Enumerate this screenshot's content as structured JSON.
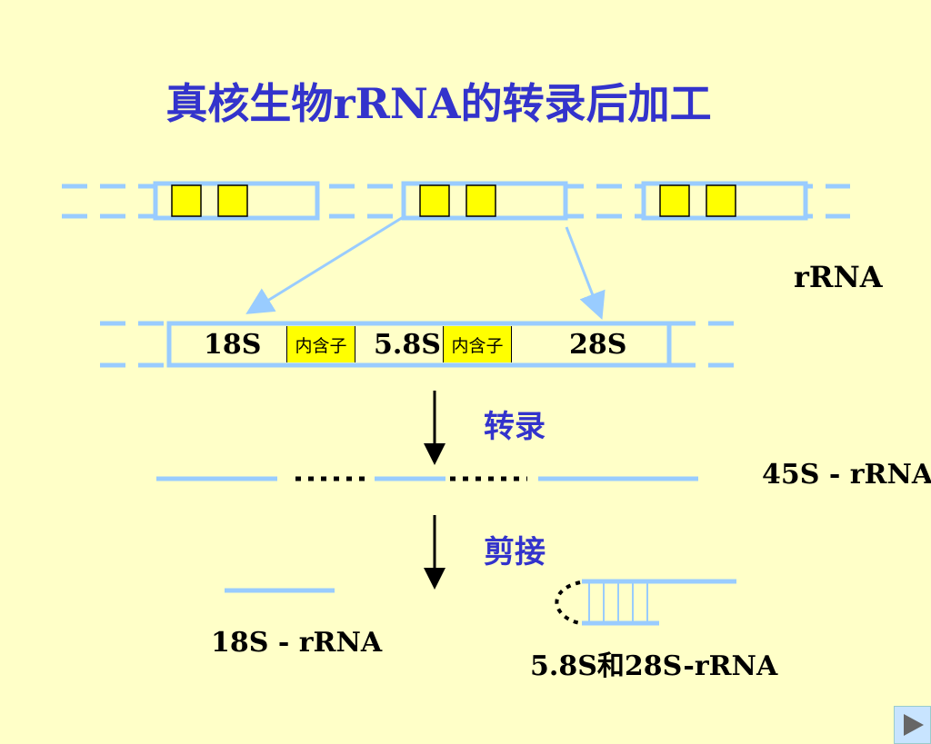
{
  "title": "真核生物rRNA的转录后加工",
  "gene_label": "rRNA",
  "unit": {
    "seg_18s": "18S",
    "intron_1": "内含子",
    "seg_58s": "5.8S",
    "intron_2": "内含子",
    "seg_28s": "28S"
  },
  "step_transcription": "转录",
  "precursor_label": "45S - rRNA",
  "step_splicing": "剪接",
  "product_18s": "18S - rRNA",
  "product_58s_28s": "5.8S和28S-rRNA",
  "colors": {
    "background": "#ffffc8",
    "title": "#3333cc",
    "strand": "#99ccff",
    "exon_box": "#ffff00"
  },
  "icons": {
    "next": "play-triangle-icon"
  }
}
